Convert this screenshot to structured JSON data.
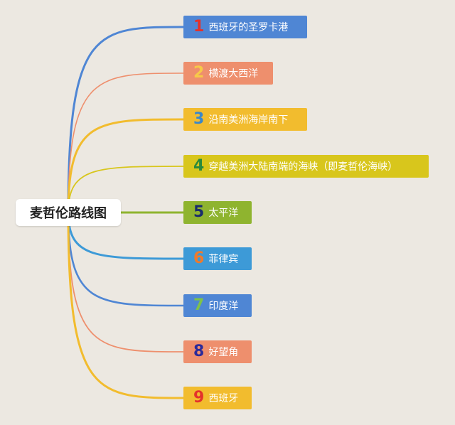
{
  "root": {
    "label": "麦哲伦路线图"
  },
  "nodes": [
    {
      "num": "1",
      "label": "西班牙的圣罗卡港",
      "bg": "#4f86d4",
      "num_color": "#e4322b",
      "line": "#4f86d4"
    },
    {
      "num": "2",
      "label": "横渡大西洋",
      "bg": "#ee8f6d",
      "num_color": "#f7c948",
      "line": "#ee8f6d"
    },
    {
      "num": "3",
      "label": "沿南美洲海岸南下",
      "bg": "#f2bc2e",
      "num_color": "#3a87c9",
      "line": "#f2bc2e"
    },
    {
      "num": "4",
      "label": "穿越美洲大陆南端的海峡（即麦哲伦海峡）",
      "bg": "#d8c61c",
      "num_color": "#2a8a3c",
      "line": "#d8c61c"
    },
    {
      "num": "5",
      "label": "太平洋",
      "bg": "#8fb42f",
      "num_color": "#1a2d6b",
      "line": "#8fb42f"
    },
    {
      "num": "6",
      "label": "菲律宾",
      "bg": "#3d9ad7",
      "num_color": "#f07a2a",
      "line": "#3d9ad7"
    },
    {
      "num": "7",
      "label": "印度洋",
      "bg": "#4f86d4",
      "num_color": "#7ec24a",
      "line": "#4f86d4"
    },
    {
      "num": "8",
      "label": "好望角",
      "bg": "#ee8f6d",
      "num_color": "#2a2a9a",
      "line": "#ee8f6d"
    },
    {
      "num": "9",
      "label": "西班牙",
      "bg": "#f2bc2e",
      "num_color": "#e4322b",
      "line": "#f2bc2e"
    }
  ]
}
